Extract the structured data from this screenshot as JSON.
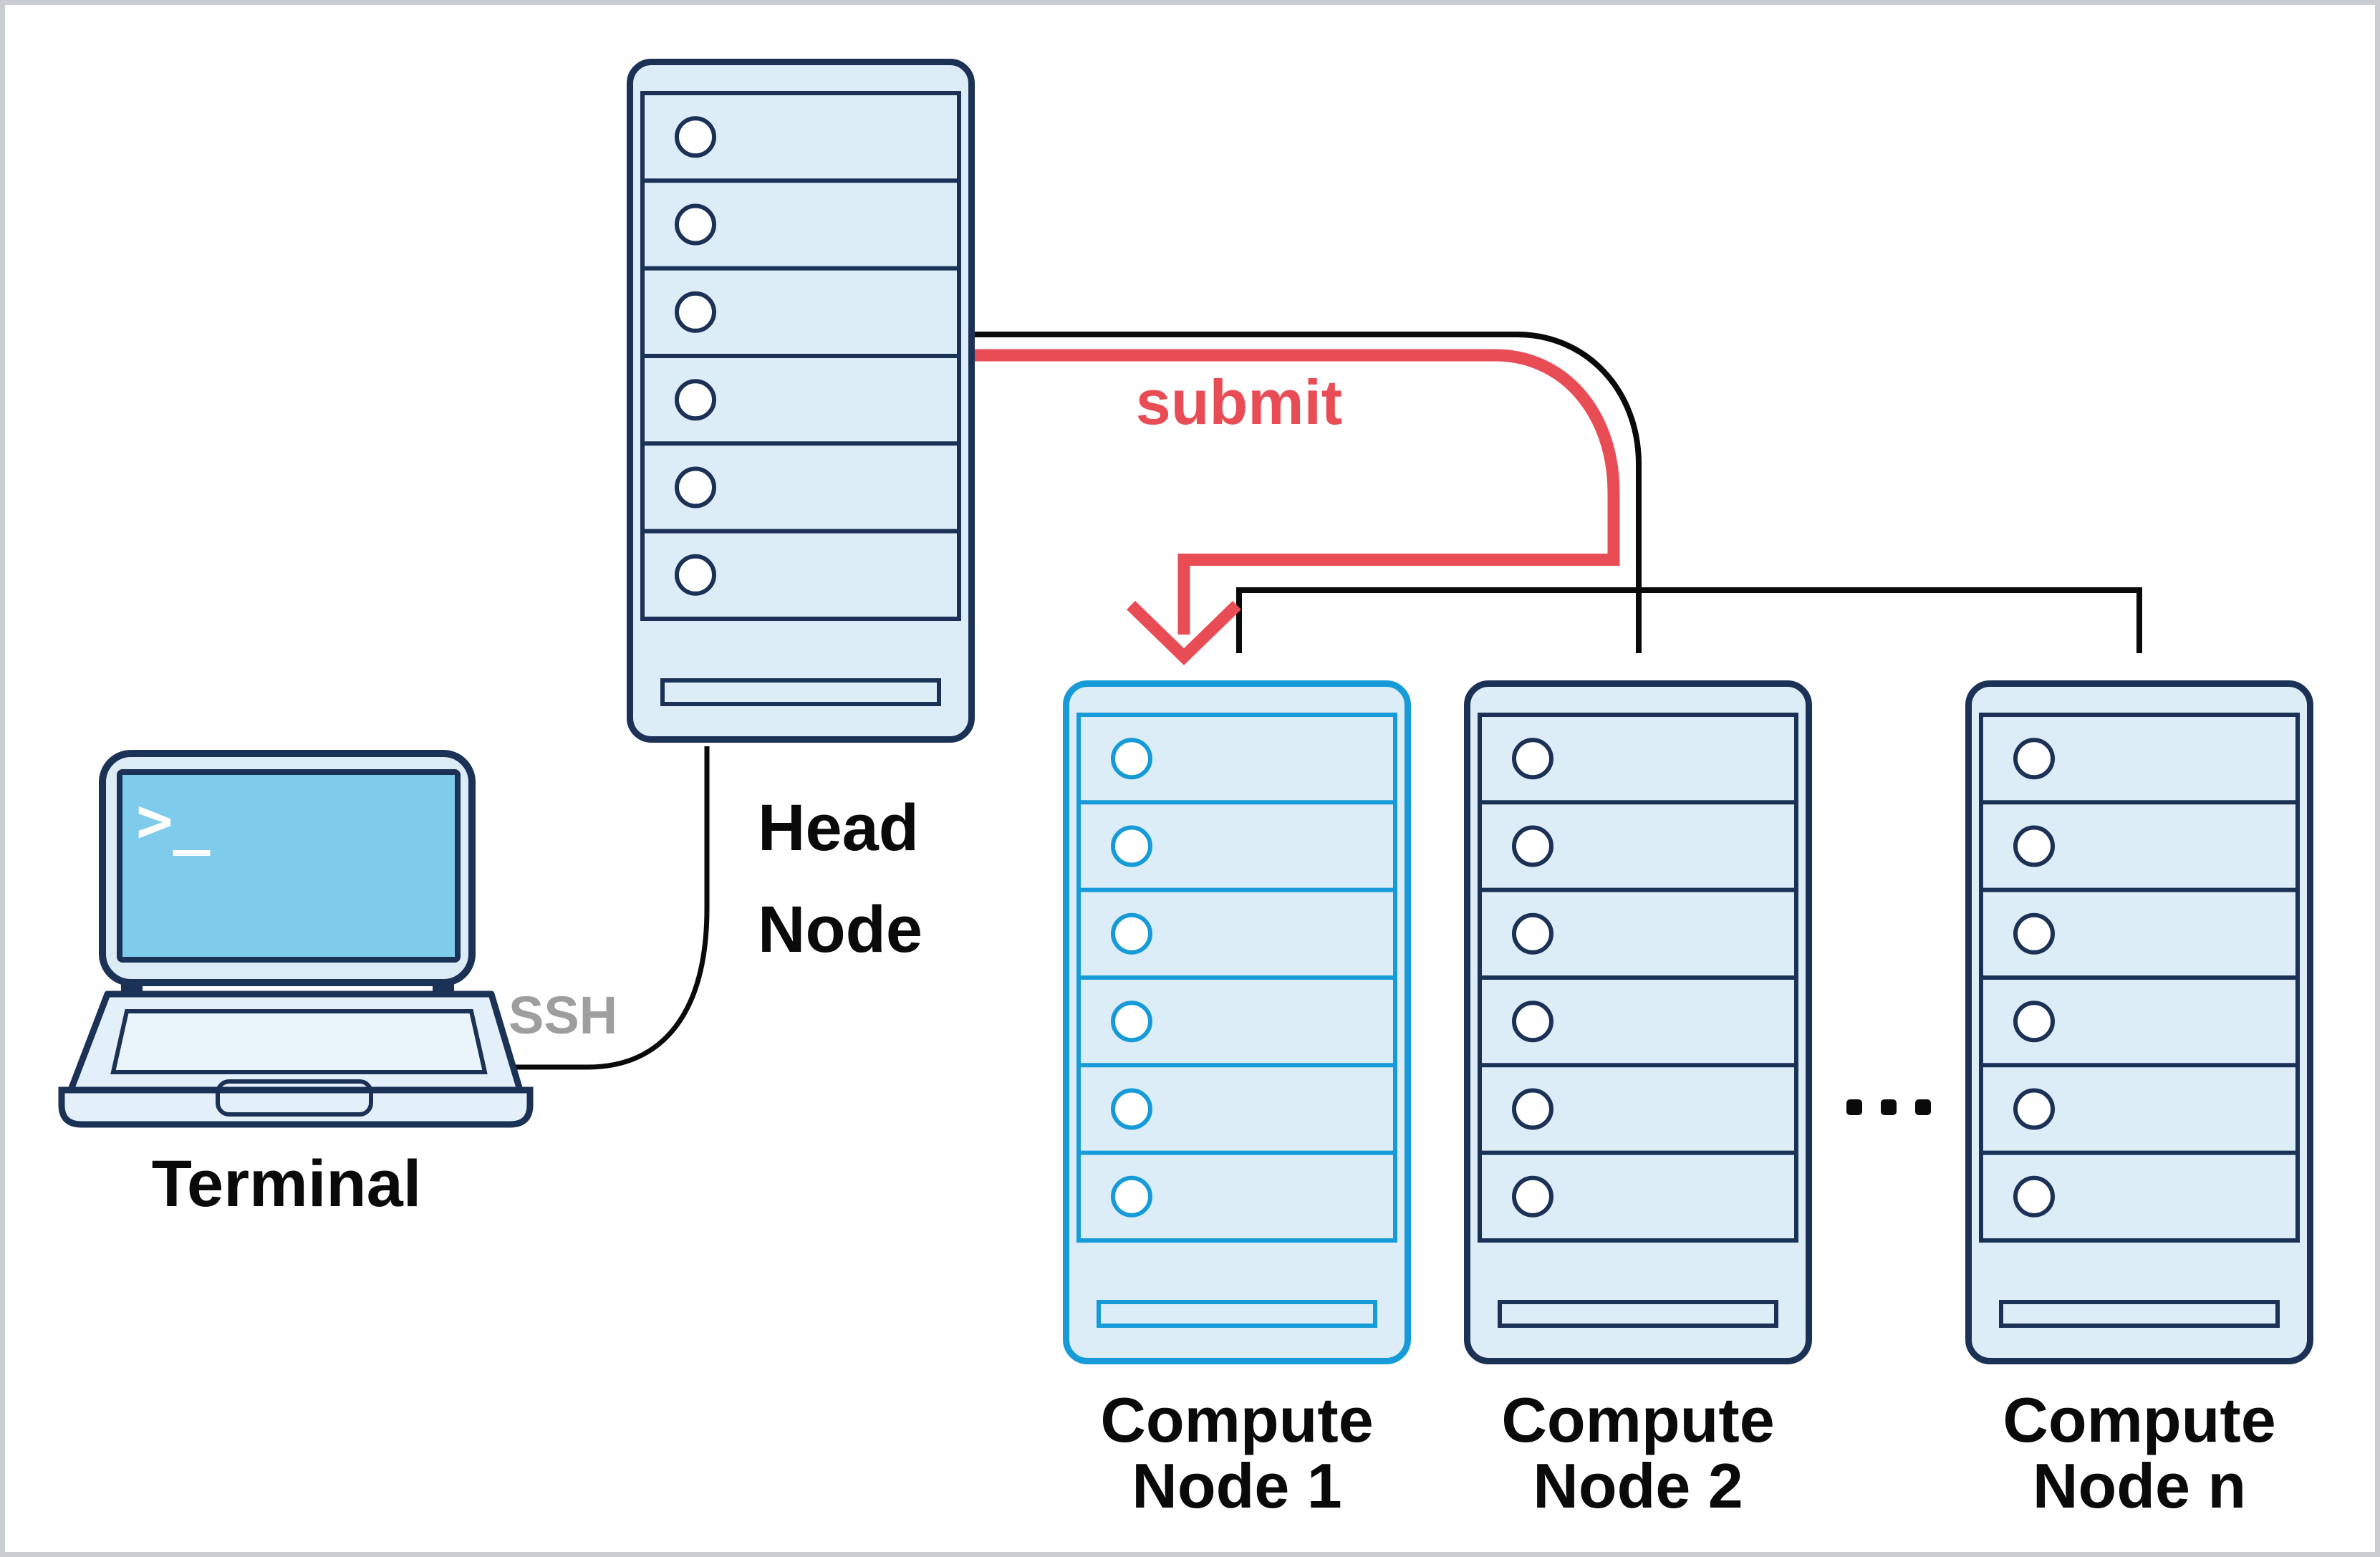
{
  "palette": {
    "navy": "#1b3156",
    "cyan_accent": "#169bd8",
    "red": "#e84c55",
    "gray": "#9e9e9e",
    "server_fill": "#dcedf8",
    "screen_blue": "#7ecbec",
    "laptop_fill": "#e3f0f9",
    "frame_gray": "#c9ccd0",
    "label_black": "#0a0a0a"
  },
  "terminal": {
    "label": "Terminal",
    "prompt": ">_"
  },
  "ssh": {
    "label": "SSH"
  },
  "head_node": {
    "line1": "Head",
    "line2": "Node"
  },
  "submit": {
    "label": "submit"
  },
  "compute_nodes": [
    {
      "line1": "Compute",
      "line2": "Node 1"
    },
    {
      "line1": "Compute",
      "line2": "Node 2"
    },
    {
      "line1": "Compute",
      "line2": "Node n"
    }
  ],
  "ellipsis": "..."
}
